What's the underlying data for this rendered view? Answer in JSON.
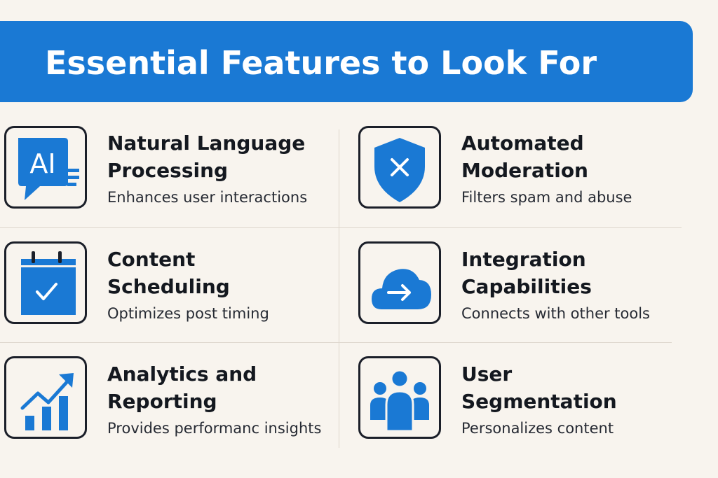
{
  "header": {
    "title": "Essential Features to Look For"
  },
  "colors": {
    "accent": "#1a79d4",
    "background": "#f8f4ee",
    "text": "#14181f",
    "icon_border": "#1b1f29"
  },
  "features": [
    {
      "icon": "ai-chat-icon",
      "icon_text": "AI",
      "title_line1": "Natural Language",
      "title_line2": "Processing",
      "description": "Enhances user interactions"
    },
    {
      "icon": "shield-x-icon",
      "title_line1": "Automated",
      "title_line2": "Moderation",
      "description": "Filters spam and abuse"
    },
    {
      "icon": "calendar-check-icon",
      "title_line1": "Content",
      "title_line2": "Scheduling",
      "description": "Optimizes post timing"
    },
    {
      "icon": "cloud-arrow-icon",
      "title_line1": "Integration",
      "title_line2": "Capabilities",
      "description": "Connects with other tools"
    },
    {
      "icon": "chart-growth-icon",
      "title_line1": "Analytics and",
      "title_line2": "Reporting",
      "description": "Provides performanc insights"
    },
    {
      "icon": "users-group-icon",
      "title_line1": "User",
      "title_line2": "Segmentation",
      "description": "Personalizes content"
    }
  ]
}
